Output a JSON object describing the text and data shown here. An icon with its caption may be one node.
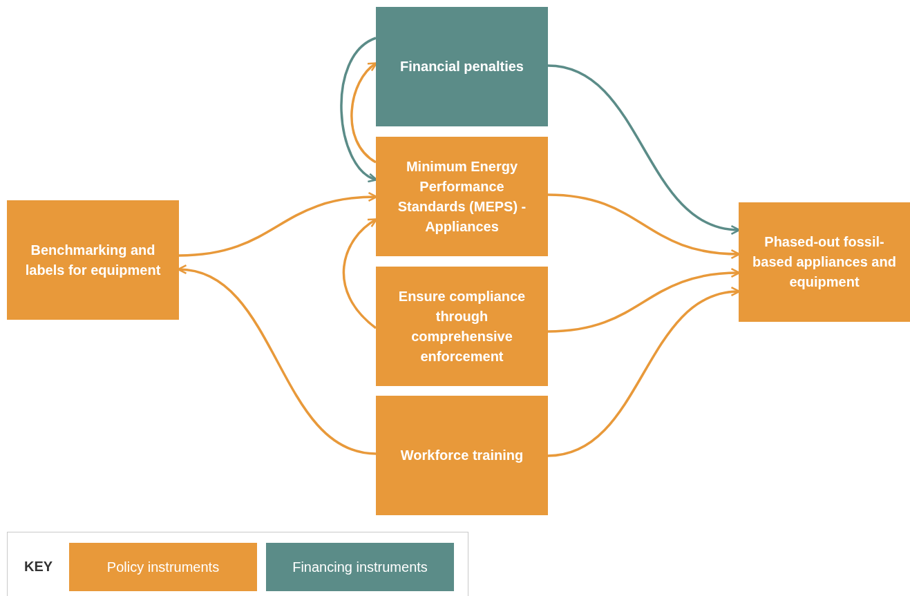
{
  "diagram": {
    "nodes": [
      {
        "text": [
          "Financial penalties"
        ]
      },
      {
        "text": [
          "Minimum Energy Performance Standards (MEPS) - Appliances"
        ]
      },
      {
        "text": [
          "Benchmarking and labels for equipment"
        ]
      },
      {
        "text": [
          "Ensure compliance through comprehensive enforcement"
        ]
      },
      {
        "text": [
          "Workforce training"
        ]
      },
      {
        "text": [
          "Phased-out fossil-based appliances and equipment"
        ]
      }
    ],
    "edges": [
      {
        "from": 0,
        "to": 1,
        "arrow": "to",
        "color": "#5b8c88"
      },
      {
        "from": 1,
        "to": 0,
        "arrow": "to"
      },
      {
        "from": 0,
        "to": 5,
        "arrow": "to",
        "color": "#5b8c88"
      },
      {
        "from": 2,
        "to": 1,
        "arrow": "to"
      },
      {
        "from": 1,
        "to": 5,
        "arrow": "to"
      },
      {
        "from": 3,
        "to": 1,
        "arrow": "to"
      },
      {
        "from": 3,
        "to": 5,
        "arrow": "to"
      },
      {
        "from": 4,
        "to": 2,
        "arrow": "to"
      },
      {
        "from": 4,
        "to": 5,
        "arrow": "to"
      }
    ],
    "labels": [
      "KEY"
    ],
    "legend": [
      {
        "text": "Policy instruments",
        "color": "#e8993a"
      },
      {
        "text": "Financing instruments",
        "color": "#5b8c88"
      }
    ]
  }
}
